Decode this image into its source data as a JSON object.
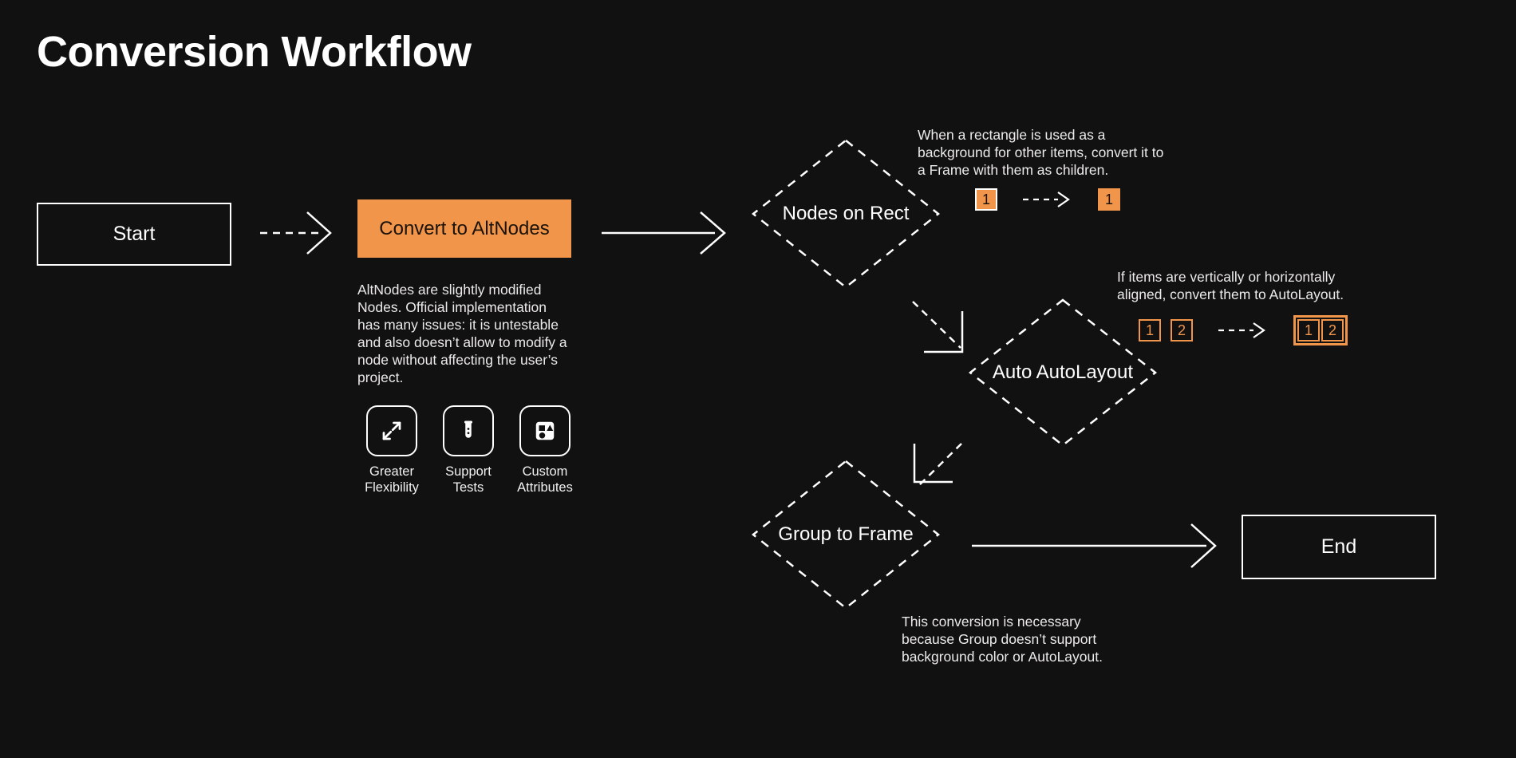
{
  "page": {
    "title": "Conversion Workflow",
    "background": "#111111",
    "accent": "#F0954A",
    "stroke": "#FFFFFF"
  },
  "nodes": {
    "start": {
      "label": "Start",
      "shape": "rectangle"
    },
    "convert": {
      "label": "Convert to AltNodes",
      "shape": "rectangle",
      "fill": "#F0954A"
    },
    "nodes_on_rect": {
      "label": "Nodes on Rect",
      "shape": "diamond"
    },
    "auto_autolayout": {
      "label": "Auto AutoLayout",
      "shape": "diamond"
    },
    "group_to_frame": {
      "label": "Group to Frame",
      "shape": "diamond"
    },
    "end": {
      "label": "End",
      "shape": "rectangle"
    }
  },
  "convert_description": "AltNodes are slightly modified Nodes. Official implementation has many issues: it is untestable and also doesn’t allow to modify a node without affecting the user’s project.",
  "features": [
    {
      "icon": "expand-arrows-icon",
      "label": "Greater Flexibility"
    },
    {
      "icon": "test-tube-icon",
      "label": "Support Tests"
    },
    {
      "icon": "shapes-icon",
      "label": "Custom Attributes"
    }
  ],
  "annotations": {
    "nodes_on_rect": "When a rectangle is used as a background for other items, convert it to a Frame with them as children.",
    "auto_autolayout": "If items are vertically or horizontally aligned, convert them to AutoLayout.",
    "group_to_frame": "This conversion is necessary because Group doesn’t support background color or AutoLayout."
  },
  "badge_diagrams": {
    "nodes_on_rect": {
      "before": [
        "1"
      ],
      "after": [
        "1"
      ],
      "grouped_after": false
    },
    "auto_autolayout": {
      "before": [
        "1",
        "2"
      ],
      "after": [
        "1",
        "2"
      ],
      "grouped_after": true
    }
  },
  "edges": [
    {
      "from": "start",
      "to": "convert",
      "style": "dashed"
    },
    {
      "from": "convert",
      "to": "nodes_on_rect",
      "style": "solid"
    },
    {
      "from": "nodes_on_rect",
      "to": "auto_autolayout",
      "style": "dashed"
    },
    {
      "from": "auto_autolayout",
      "to": "group_to_frame",
      "style": "dashed"
    },
    {
      "from": "group_to_frame",
      "to": "end",
      "style": "solid"
    }
  ]
}
